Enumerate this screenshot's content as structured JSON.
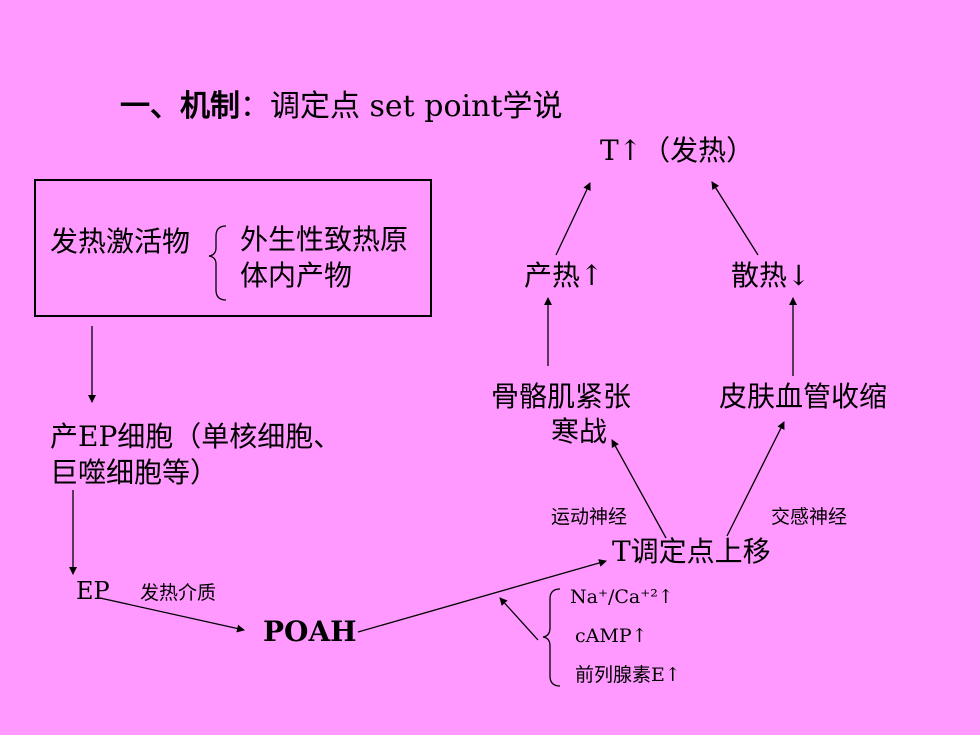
{
  "heading": {
    "part1": "一、机制",
    "colon": "：",
    "part2": "调定点 set  point学说"
  },
  "top_result": "T↑（发热）",
  "heat_production": "产热↑",
  "heat_dissipation": "散热↓",
  "muscle_line1": "骨骼肌紧张",
  "muscle_line2": "寒战",
  "skin_vessel": "皮肤血管收缩",
  "activator_box": {
    "label": "发热激活物",
    "item1": "外生性致热原",
    "item2": "体内产物"
  },
  "ep_cell_line1": "产EP细胞（单核细胞、",
  "ep_cell_line2": "巨噬细胞等）",
  "motor_nerve": "运动神经",
  "sympathetic_nerve": "交感神经",
  "setpoint_up": "T调定点上移",
  "ep": "EP",
  "mediator": "发热介质",
  "poah": "POAH",
  "factors": [
    "Na⁺/Ca⁺²↑",
    "cAMP↑",
    "前列腺素E↑"
  ]
}
